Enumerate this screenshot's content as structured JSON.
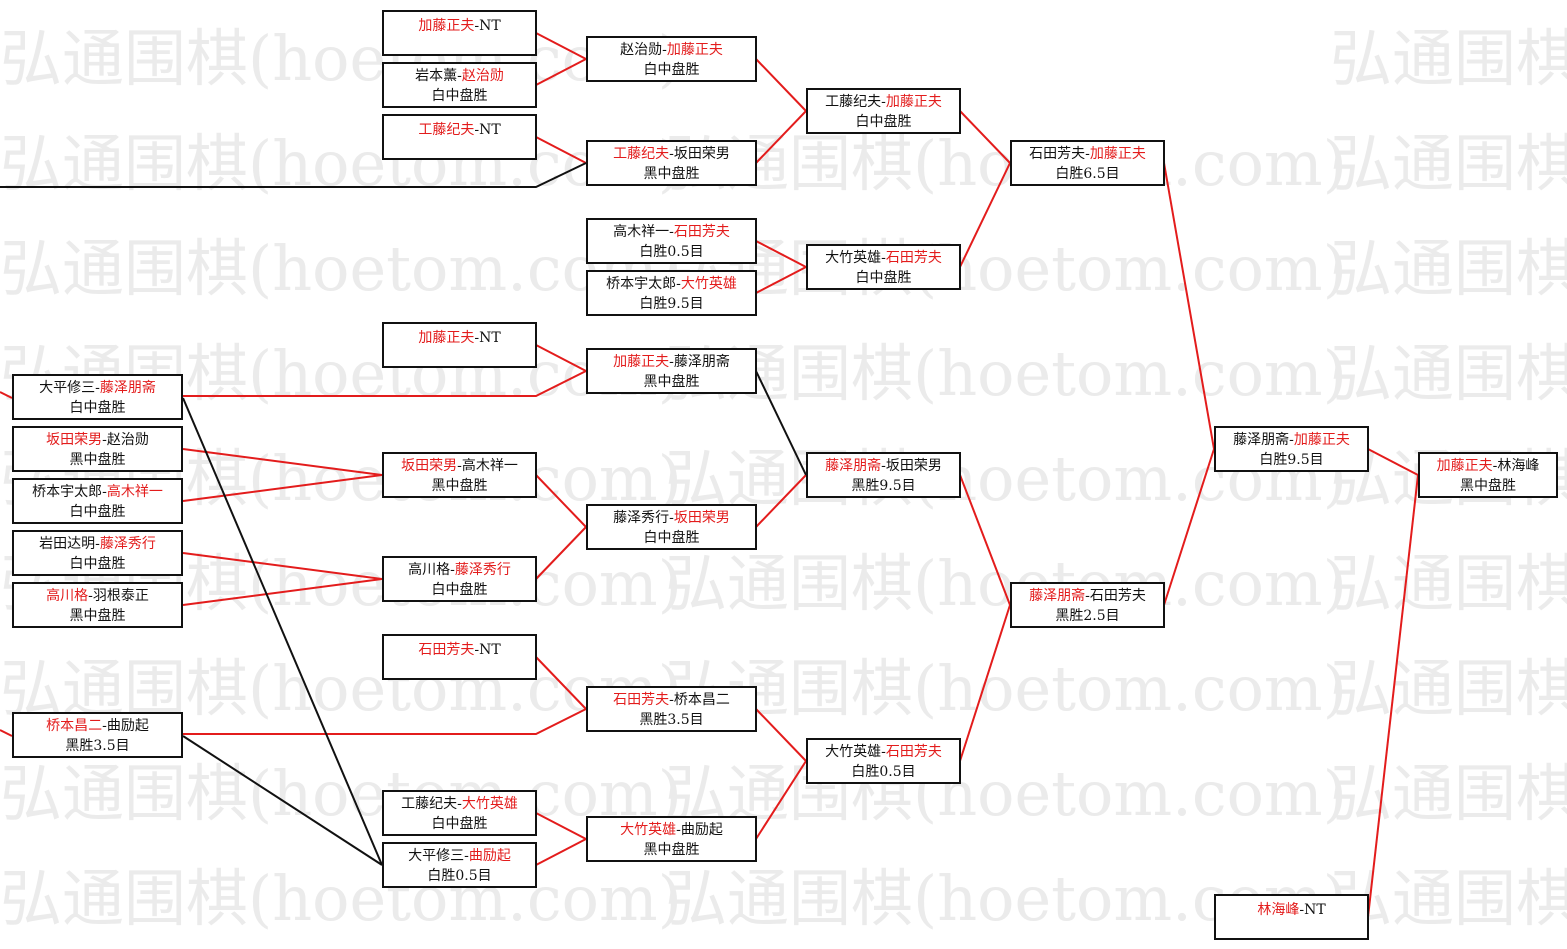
{
  "watermark": "弘通围棋(hoetom.com)",
  "colors": {
    "winner": "#e31c1c",
    "line_win": "#e31c1c",
    "line_other": "#000000"
  },
  "matches": {
    "r1_1": {
      "p1": "大平修三",
      "sep": "-",
      "p2": "藤泽朋斋",
      "result": "白中盘胜",
      "winner": 2
    },
    "r1_2": {
      "p1": "坂田荣男",
      "sep": "-",
      "p2": "赵治勋",
      "result": "黑中盘胜",
      "winner": 1
    },
    "r1_3": {
      "p1": "桥本宇太郎",
      "sep": "-",
      "p2": "高木祥一",
      "result": "白中盘胜",
      "winner": 2
    },
    "r1_4": {
      "p1": "岩田达明",
      "sep": "-",
      "p2": "藤泽秀行",
      "result": "白中盘胜",
      "winner": 2
    },
    "r1_5": {
      "p1": "高川格",
      "sep": "-",
      "p2": "羽根泰正",
      "result": "黑中盘胜",
      "winner": 1
    },
    "r1_6": {
      "p1": "桥本昌二",
      "sep": "-",
      "p2": "曲励起",
      "result": "黑胜3.5目",
      "winner": 1
    },
    "r2_1": {
      "p1": "加藤正夫",
      "sep": "-",
      "p2": "NT",
      "result": "",
      "winner": 1
    },
    "r2_2": {
      "p1": "岩本薰",
      "sep": "-",
      "p2": "赵治勋",
      "result": "白中盘胜",
      "winner": 2
    },
    "r2_3": {
      "p1": "工藤纪夫",
      "sep": "-",
      "p2": "NT",
      "result": "",
      "winner": 1
    },
    "r2_4": {
      "p1": "加藤正夫",
      "sep": "-",
      "p2": "NT",
      "result": "",
      "winner": 1
    },
    "r2_5": {
      "p1": "坂田荣男",
      "sep": "-",
      "p2": "高木祥一",
      "result": "黑中盘胜",
      "winner": 1
    },
    "r2_6": {
      "p1": "高川格",
      "sep": "-",
      "p2": "藤泽秀行",
      "result": "白中盘胜",
      "winner": 2
    },
    "r2_7": {
      "p1": "石田芳夫",
      "sep": "-",
      "p2": "NT",
      "result": "",
      "winner": 1
    },
    "r2_8": {
      "p1": "工藤纪夫",
      "sep": "-",
      "p2": "大竹英雄",
      "result": "白中盘胜",
      "winner": 2
    },
    "r2_9": {
      "p1": "大平修三",
      "sep": "-",
      "p2": "曲励起",
      "result": "白胜0.5目",
      "winner": 2
    },
    "r3_1": {
      "p1": "赵治勋",
      "sep": "-",
      "p2": "加藤正夫",
      "result": "白中盘胜",
      "winner": 2
    },
    "r3_2": {
      "p1": "工藤纪夫",
      "sep": "-",
      "p2": "坂田荣男",
      "result": "黑中盘胜",
      "winner": 1
    },
    "r3_3": {
      "p1": "高木祥一",
      "sep": "-",
      "p2": "石田芳夫",
      "result": "白胜0.5目",
      "winner": 2
    },
    "r3_4": {
      "p1": "桥本宇太郎",
      "sep": "-",
      "p2": "大竹英雄",
      "result": "白胜9.5目",
      "winner": 2
    },
    "r3_5": {
      "p1": "加藤正夫",
      "sep": "-",
      "p2": "藤泽朋斋",
      "result": "黑中盘胜",
      "winner": 1
    },
    "r3_6": {
      "p1": "藤泽秀行",
      "sep": "-",
      "p2": "坂田荣男",
      "result": "白中盘胜",
      "winner": 2
    },
    "r3_7": {
      "p1": "石田芳夫",
      "sep": "-",
      "p2": "桥本昌二",
      "result": "黑胜3.5目",
      "winner": 1
    },
    "r3_8": {
      "p1": "大竹英雄",
      "sep": "-",
      "p2": "曲励起",
      "result": "黑中盘胜",
      "winner": 1
    },
    "r4_1": {
      "p1": "工藤纪夫",
      "sep": "-",
      "p2": "加藤正夫",
      "result": "白中盘胜",
      "winner": 2
    },
    "r4_2": {
      "p1": "大竹英雄",
      "sep": "-",
      "p2": "石田芳夫",
      "result": "白中盘胜",
      "winner": 2
    },
    "r4_3": {
      "p1": "藤泽朋斋",
      "sep": "-",
      "p2": "坂田荣男",
      "result": "黑胜9.5目",
      "winner": 1
    },
    "r4_4": {
      "p1": "大竹英雄",
      "sep": "-",
      "p2": "石田芳夫",
      "result": "白胜0.5目",
      "winner": 2
    },
    "r5_1": {
      "p1": "石田芳夫",
      "sep": "-",
      "p2": "加藤正夫",
      "result": "白胜6.5目",
      "winner": 2
    },
    "r5_2": {
      "p1": "藤泽朋斋",
      "sep": "-",
      "p2": "石田芳夫",
      "result": "黑胜2.5目",
      "winner": 1
    },
    "sf": {
      "p1": "藤泽朋斋",
      "sep": "-",
      "p2": "加藤正夫",
      "result": "白胜9.5目",
      "winner": 2
    },
    "sf_bye": {
      "p1": "林海峰",
      "sep": "-",
      "p2": "NT",
      "result": "",
      "winner": 1
    },
    "final": {
      "p1": "加藤正夫",
      "sep": "-",
      "p2": "林海峰",
      "result": "黑中盘胜",
      "winner": 1
    }
  }
}
